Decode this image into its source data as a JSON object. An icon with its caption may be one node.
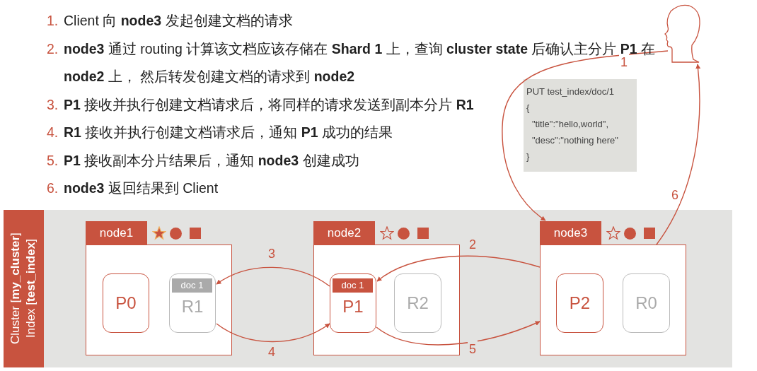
{
  "diagram": {
    "nodes": [
      {
        "text": [
          "Cluster [**my_cluster**]",
          "Index [**test_index**]"
        ]
      },
      {
        "text": [
          "node1"
        ],
        "in": 0
      },
      {
        "text": [
          "P0"
        ],
        "in": 1
      },
      {
        "text": [
          "doc 1",
          "R1"
        ],
        "in": 1
      },
      {
        "text": [
          "node2"
        ],
        "in": 0
      },
      {
        "text": [
          "doc 1",
          "P1"
        ],
        "in": 4
      },
      {
        "text": [
          "R2"
        ],
        "in": 4
      },
      {
        "text": [
          "node3"
        ],
        "in": 0
      },
      {
        "text": [
          "P2"
        ],
        "in": 7
      },
      {
        "text": [
          "R0"
        ],
        "in": 7
      },
      {
        "text": [],
        "shape": "person"
      },
      {
        "text": [
          "PUT test_index/doc/1",
          "{",
          "\"title\":\"hello,world\",",
          "\"desc\":\"nothing here\"",
          "}"
        ]
      }
    ],
    "edges": [
      {
        "from": 10,
        "to": 7,
        "arrow": "to",
        "label": "1"
      },
      {
        "from": 7,
        "to": 5,
        "arrow": "to",
        "label": "2"
      },
      {
        "from": 5,
        "to": 3,
        "arrow": "to",
        "label": "3"
      },
      {
        "from": 3,
        "to": 5,
        "arrow": "to",
        "label": "4"
      },
      {
        "from": 5,
        "to": 7,
        "arrow": "to",
        "label": "5"
      },
      {
        "from": 7,
        "to": 10,
        "arrow": "to",
        "label": "6"
      }
    ],
    "labels": [
      "1.",
      "Client 向 **node3** 发起创建文档的请求",
      "2.",
      "**node3** 通过 routing 计算该文档应该存储在 **Shard 1** 上，查询 **cluster state** 后确认主分片 **P1** 在 **node2** 上， 然后转发创建文档的请求到 **node2**",
      "3.",
      "**P1** 接收并执行创建文档请求后，将同样的请求发送到副本分片 **R1**",
      "4.",
      "**R1** 接收并执行创建文档请求后，通知 **P1** 成功的结果",
      "5.",
      "**P1** 接收副本分片结果后，通知 **node3** 创建成功",
      "6.",
      "**node3** 返回结果到 Client"
    ]
  }
}
